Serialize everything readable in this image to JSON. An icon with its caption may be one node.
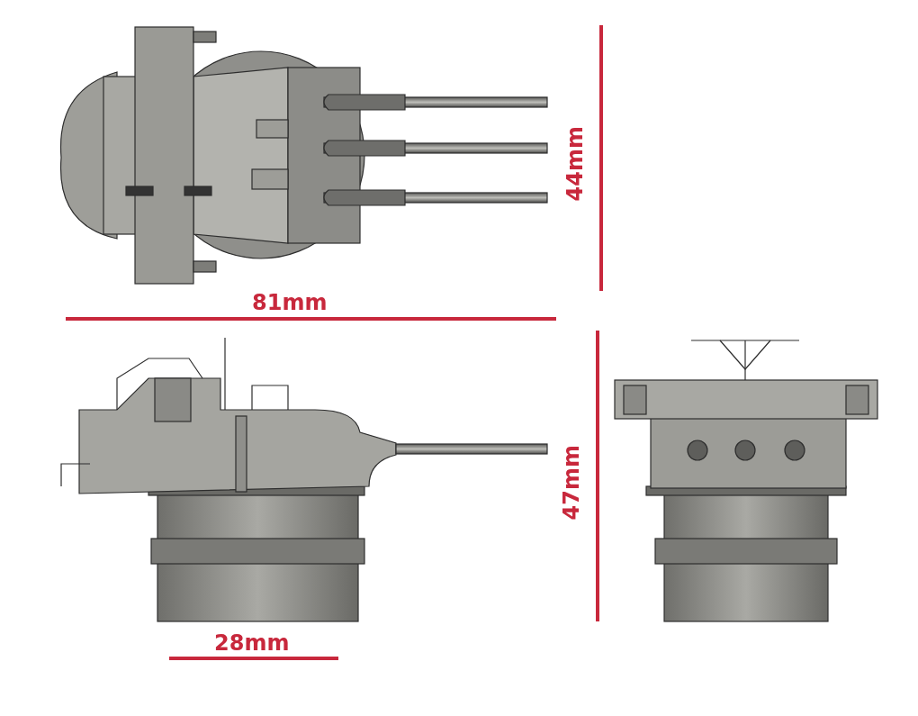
{
  "diagram": {
    "labels": [
      "44mm",
      "81mm",
      "47mm",
      "28mm"
    ]
  }
}
